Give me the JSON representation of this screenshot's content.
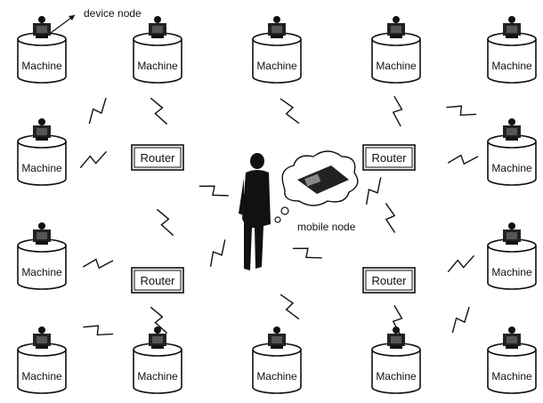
{
  "diagram": {
    "annotations": {
      "device_node": "device node",
      "mobile_node": "mobile node"
    },
    "machines": [
      {
        "label": "Machine"
      },
      {
        "label": "Machine"
      },
      {
        "label": "Machine"
      },
      {
        "label": "Machine"
      },
      {
        "label": "Machine"
      },
      {
        "label": "Machine"
      },
      {
        "label": "Machine"
      },
      {
        "label": "Machine"
      },
      {
        "label": "Machine"
      },
      {
        "label": "Machine"
      },
      {
        "label": "Machine"
      },
      {
        "label": "Machine"
      },
      {
        "label": "Machine"
      },
      {
        "label": "Machine"
      }
    ],
    "routers": [
      {
        "label": "Router"
      },
      {
        "label": "Router"
      },
      {
        "label": "Router"
      },
      {
        "label": "Router"
      }
    ],
    "icons": {
      "device": "device-node-icon",
      "link": "wireless-link-icon",
      "person": "person-silhouette-icon",
      "mobile_device": "mobile-device-icon"
    }
  }
}
